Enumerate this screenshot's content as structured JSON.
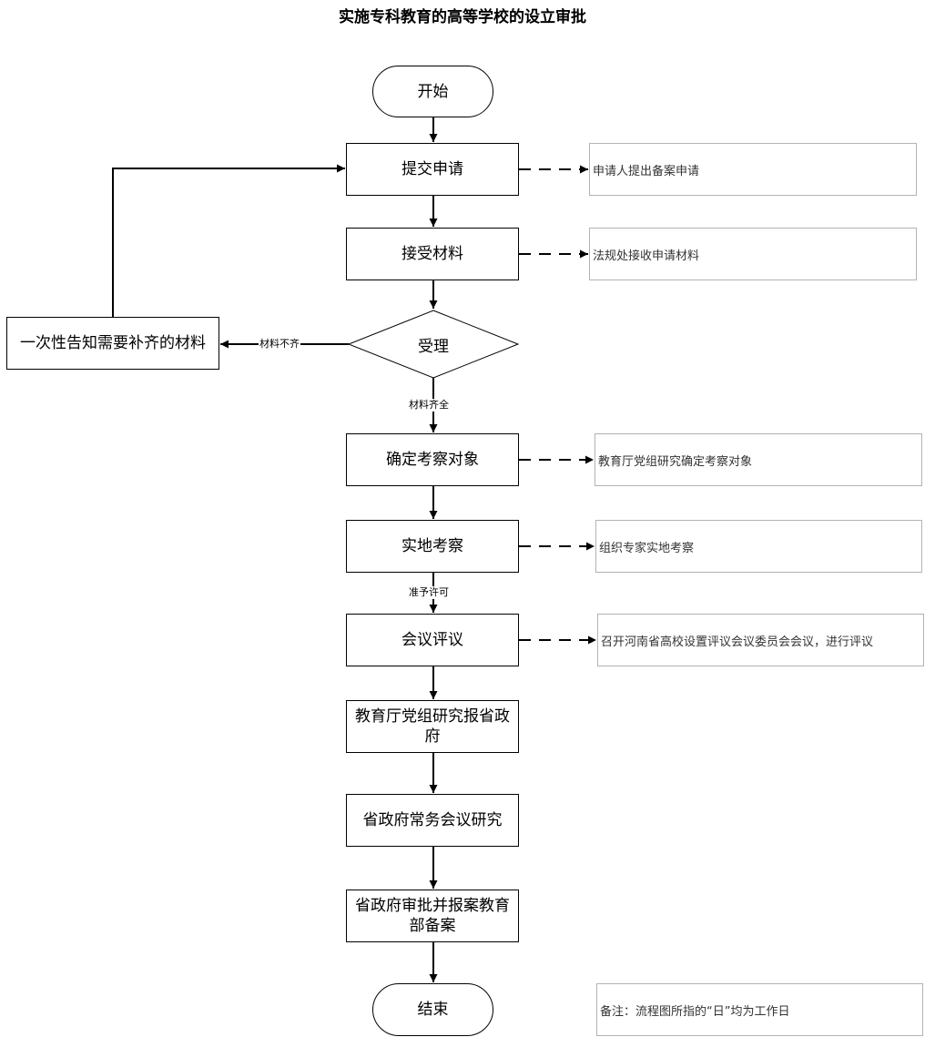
{
  "title": "实施专科教育的高等学校的设立审批",
  "nodes": {
    "start": "开始",
    "submit": "提交申请",
    "receive": "接受材料",
    "accept": "受理",
    "notify": "一次性告知需要补齐的材料",
    "confirm": "确定考察对象",
    "inspect": "实地考察",
    "meeting": "会议评议",
    "party_report": "教育厅党组研究报省政府",
    "gov_meeting": "省政府常务会议研究",
    "gov_approve": "省政府审批并报案教育部备案",
    "end": "结束"
  },
  "notes": {
    "submit": "申请人提出备案申请",
    "receive": "法规处接收申请材料",
    "confirm": "教育厅党组研究确定考察对象",
    "inspect": "组织专家实地考察",
    "meeting": "召开河南省高校设置评议会议委员会会议，进行评议",
    "remark": "备注：流程图所指的“日”均为工作日"
  },
  "edge_labels": {
    "incomplete": "材料不齐",
    "complete": "材料齐全",
    "approved": "准予许可"
  }
}
